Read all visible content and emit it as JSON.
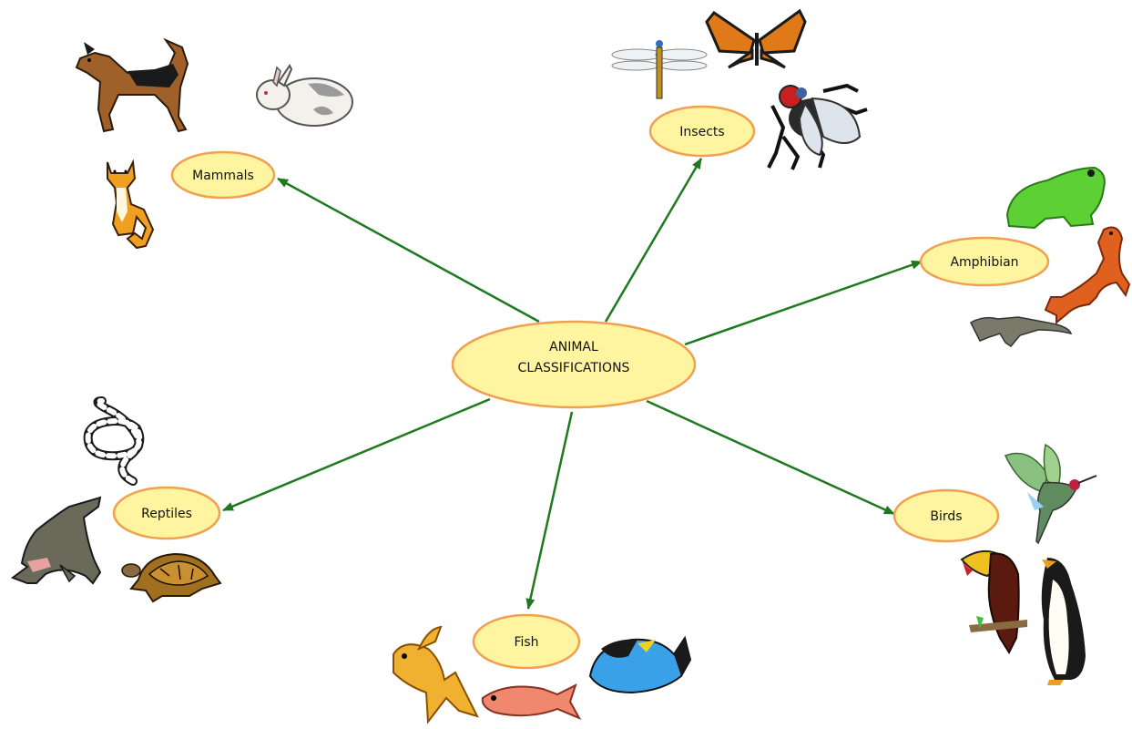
{
  "colors": {
    "node_fill": "#fff5a0",
    "node_stroke": "#f0a050",
    "arrow": "#1e7a1e"
  },
  "center": {
    "line1": "ANIMAL",
    "line2": "CLASSIFICATIONS"
  },
  "categories": {
    "mammals": {
      "label": "Mammals",
      "illustrations": [
        "dog-icon",
        "rabbit-icon",
        "cat-icon"
      ]
    },
    "insects": {
      "label": "Insects",
      "illustrations": [
        "dragonfly-icon",
        "butterfly-icon",
        "fly-icon"
      ]
    },
    "amphibian": {
      "label": "Amphibian",
      "illustrations": [
        "frog-icon",
        "salamander-icon",
        "newt-icon"
      ]
    },
    "birds": {
      "label": "Birds",
      "illustrations": [
        "hummingbird-icon",
        "toucan-icon",
        "penguin-icon"
      ]
    },
    "fish": {
      "label": "Fish",
      "illustrations": [
        "goldfish-icon",
        "red-fish-icon",
        "tang-fish-icon"
      ]
    },
    "reptiles": {
      "label": "Reptiles",
      "illustrations": [
        "snake-icon",
        "crocodile-icon",
        "turtle-icon"
      ]
    }
  }
}
